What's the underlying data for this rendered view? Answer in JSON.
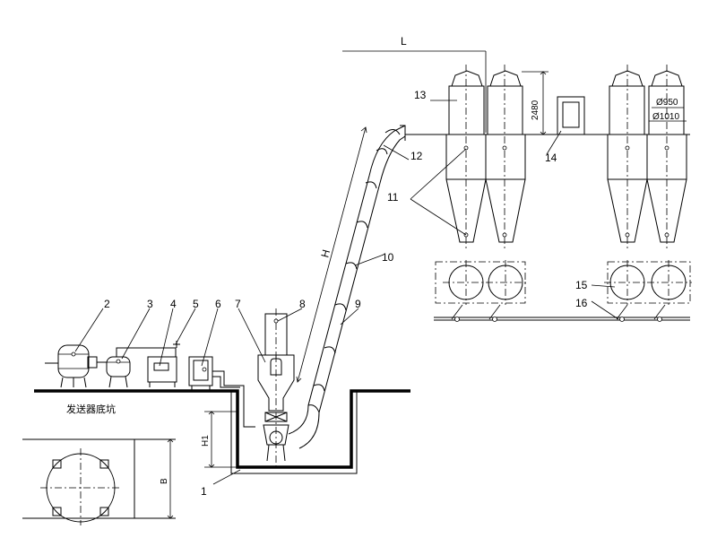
{
  "labels": {
    "n1": "1",
    "n2": "2",
    "n3": "3",
    "n4": "4",
    "n5": "5",
    "n6": "6",
    "n7": "7",
    "n8": "8",
    "n9": "9",
    "n10": "10",
    "n11": "11",
    "n12": "12",
    "n13": "13",
    "n14": "14",
    "n15": "15",
    "n16": "16"
  },
  "dimensions": {
    "length": "L",
    "height": "H",
    "pit_depth": "H1",
    "pit_width": "B",
    "bin_height": "2480",
    "dia_inner": "Ø950",
    "dia_outer": "Ø1010"
  },
  "text": {
    "pit_caption": "发送器底坑"
  }
}
